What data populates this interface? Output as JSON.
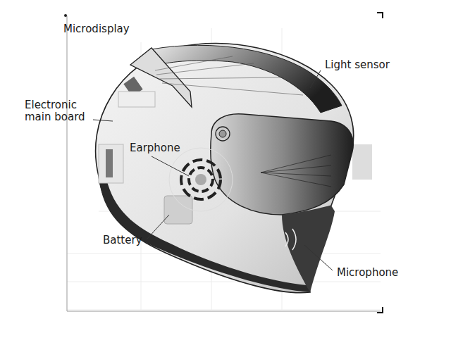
{
  "diagram": {
    "labels": [
      "Microdisplay",
      "Light sensor",
      "Electronic main board",
      "Earphone",
      "Battery",
      "Microphone"
    ]
  }
}
